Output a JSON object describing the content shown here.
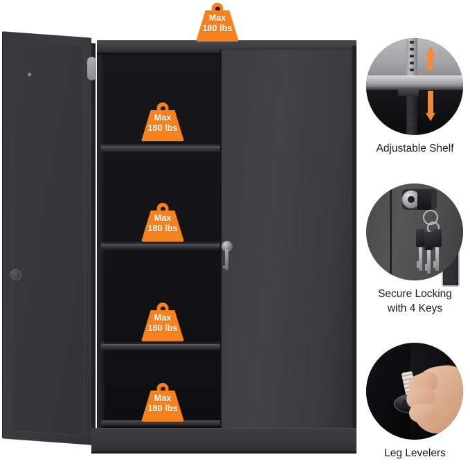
{
  "product": {
    "name": "metal-storage-cabinet",
    "body_color": "#3c3c3f",
    "interior_color": "#141416",
    "accent_color": "#f5821f"
  },
  "weight_badges": {
    "icon": "weight-icon",
    "line1": "Max",
    "line2": "180 lbs",
    "items": [
      {
        "id": "badge-top",
        "position": "cabinet-top"
      },
      {
        "id": "badge-shelf-1",
        "position": "shelf-1"
      },
      {
        "id": "badge-shelf-2",
        "position": "shelf-2"
      },
      {
        "id": "badge-shelf-3",
        "position": "shelf-3"
      },
      {
        "id": "badge-shelf-4",
        "position": "cabinet-floor"
      }
    ]
  },
  "cabinet": {
    "left_door": "open-door",
    "right_door": "closed-door",
    "handle": "door-handle",
    "lock": "door-lock-with-key",
    "shelf_count": 3
  },
  "features": [
    {
      "id": "adjustable-shelf",
      "icon": "adjustable-shelf-icon",
      "label_line1": "Adjustable Shelf",
      "label_line2": ""
    },
    {
      "id": "secure-locking",
      "icon": "lock-and-keys-icon",
      "label_line1": "Secure Locking",
      "label_line2": "with 4 Keys"
    },
    {
      "id": "leg-levelers",
      "icon": "leg-leveler-icon",
      "label_line1": "Leg Levelers",
      "label_line2": ""
    }
  ]
}
